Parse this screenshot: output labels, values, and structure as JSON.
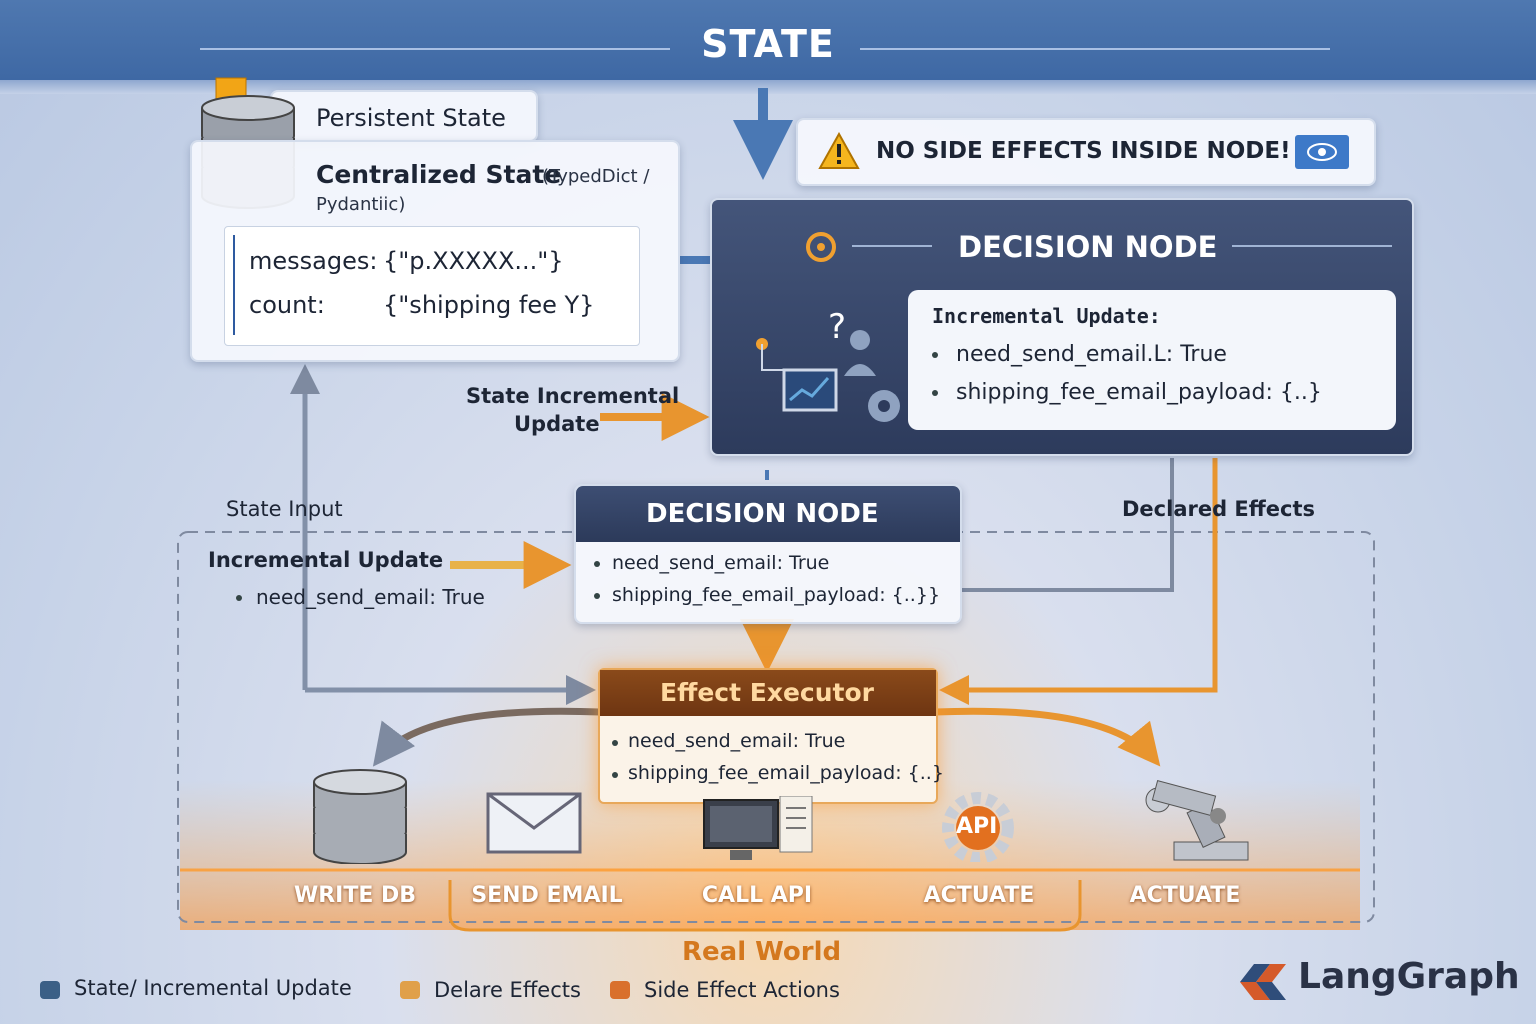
{
  "header": {
    "title": "STATE"
  },
  "persistent": {
    "title": "Persistent State"
  },
  "centralized": {
    "title": "Centralized State",
    "type_hint_a": "(TypedDict /",
    "type_hint_b": "Pydantiic)",
    "row1_key": "messages:",
    "row1_val": "{\"p.XXXXX...\"}",
    "row2_key": "count:",
    "row2_val": "{\"shipping fee Y}"
  },
  "warning": {
    "text": "NO SIDE EFFECTS INSIDE NODE!"
  },
  "decision_top": {
    "title": "DECISION NODE",
    "update_title": "Incremental Update:",
    "item1": "need_send_email.L:  True",
    "item2": "shipping_fee_email_payload:  {..}"
  },
  "labels": {
    "state_incremental_a": "State Incremental",
    "state_incremental_b": "Update",
    "state_input": "State Input",
    "declared_effects": "Declared Effects",
    "incremental_update": "Incremental Update",
    "incremental_item": "need_send_email:  True"
  },
  "decision_mid": {
    "title": "DECISION NODE",
    "item1": "need_send_email:  True",
    "item2": "shipping_fee_email_payload:  {..}}"
  },
  "executor": {
    "title": "Effect Executor",
    "item1": "need_send_email:  True",
    "item2": "shipping_fee_email_payload:  {..}"
  },
  "actions": [
    "WRITE DB",
    "SEND EMAIL",
    "CALL  API",
    "ACTUATE",
    "ACTUATE"
  ],
  "api_badge": "API",
  "real_world": "Real World",
  "legend": [
    {
      "label": "State/ Incremental Update",
      "color": "#3b5f86"
    },
    {
      "label": "Delare Effects",
      "color": "#e0a04a"
    },
    {
      "label": "Side Effect Actions",
      "color": "#d9702c"
    }
  ],
  "brand": "LangGraph",
  "colors": {
    "header": "#3d67a3",
    "navy": "#2f3d5e",
    "accent_orange": "#e58a2b",
    "arrow_blue": "#4a7ab8"
  }
}
